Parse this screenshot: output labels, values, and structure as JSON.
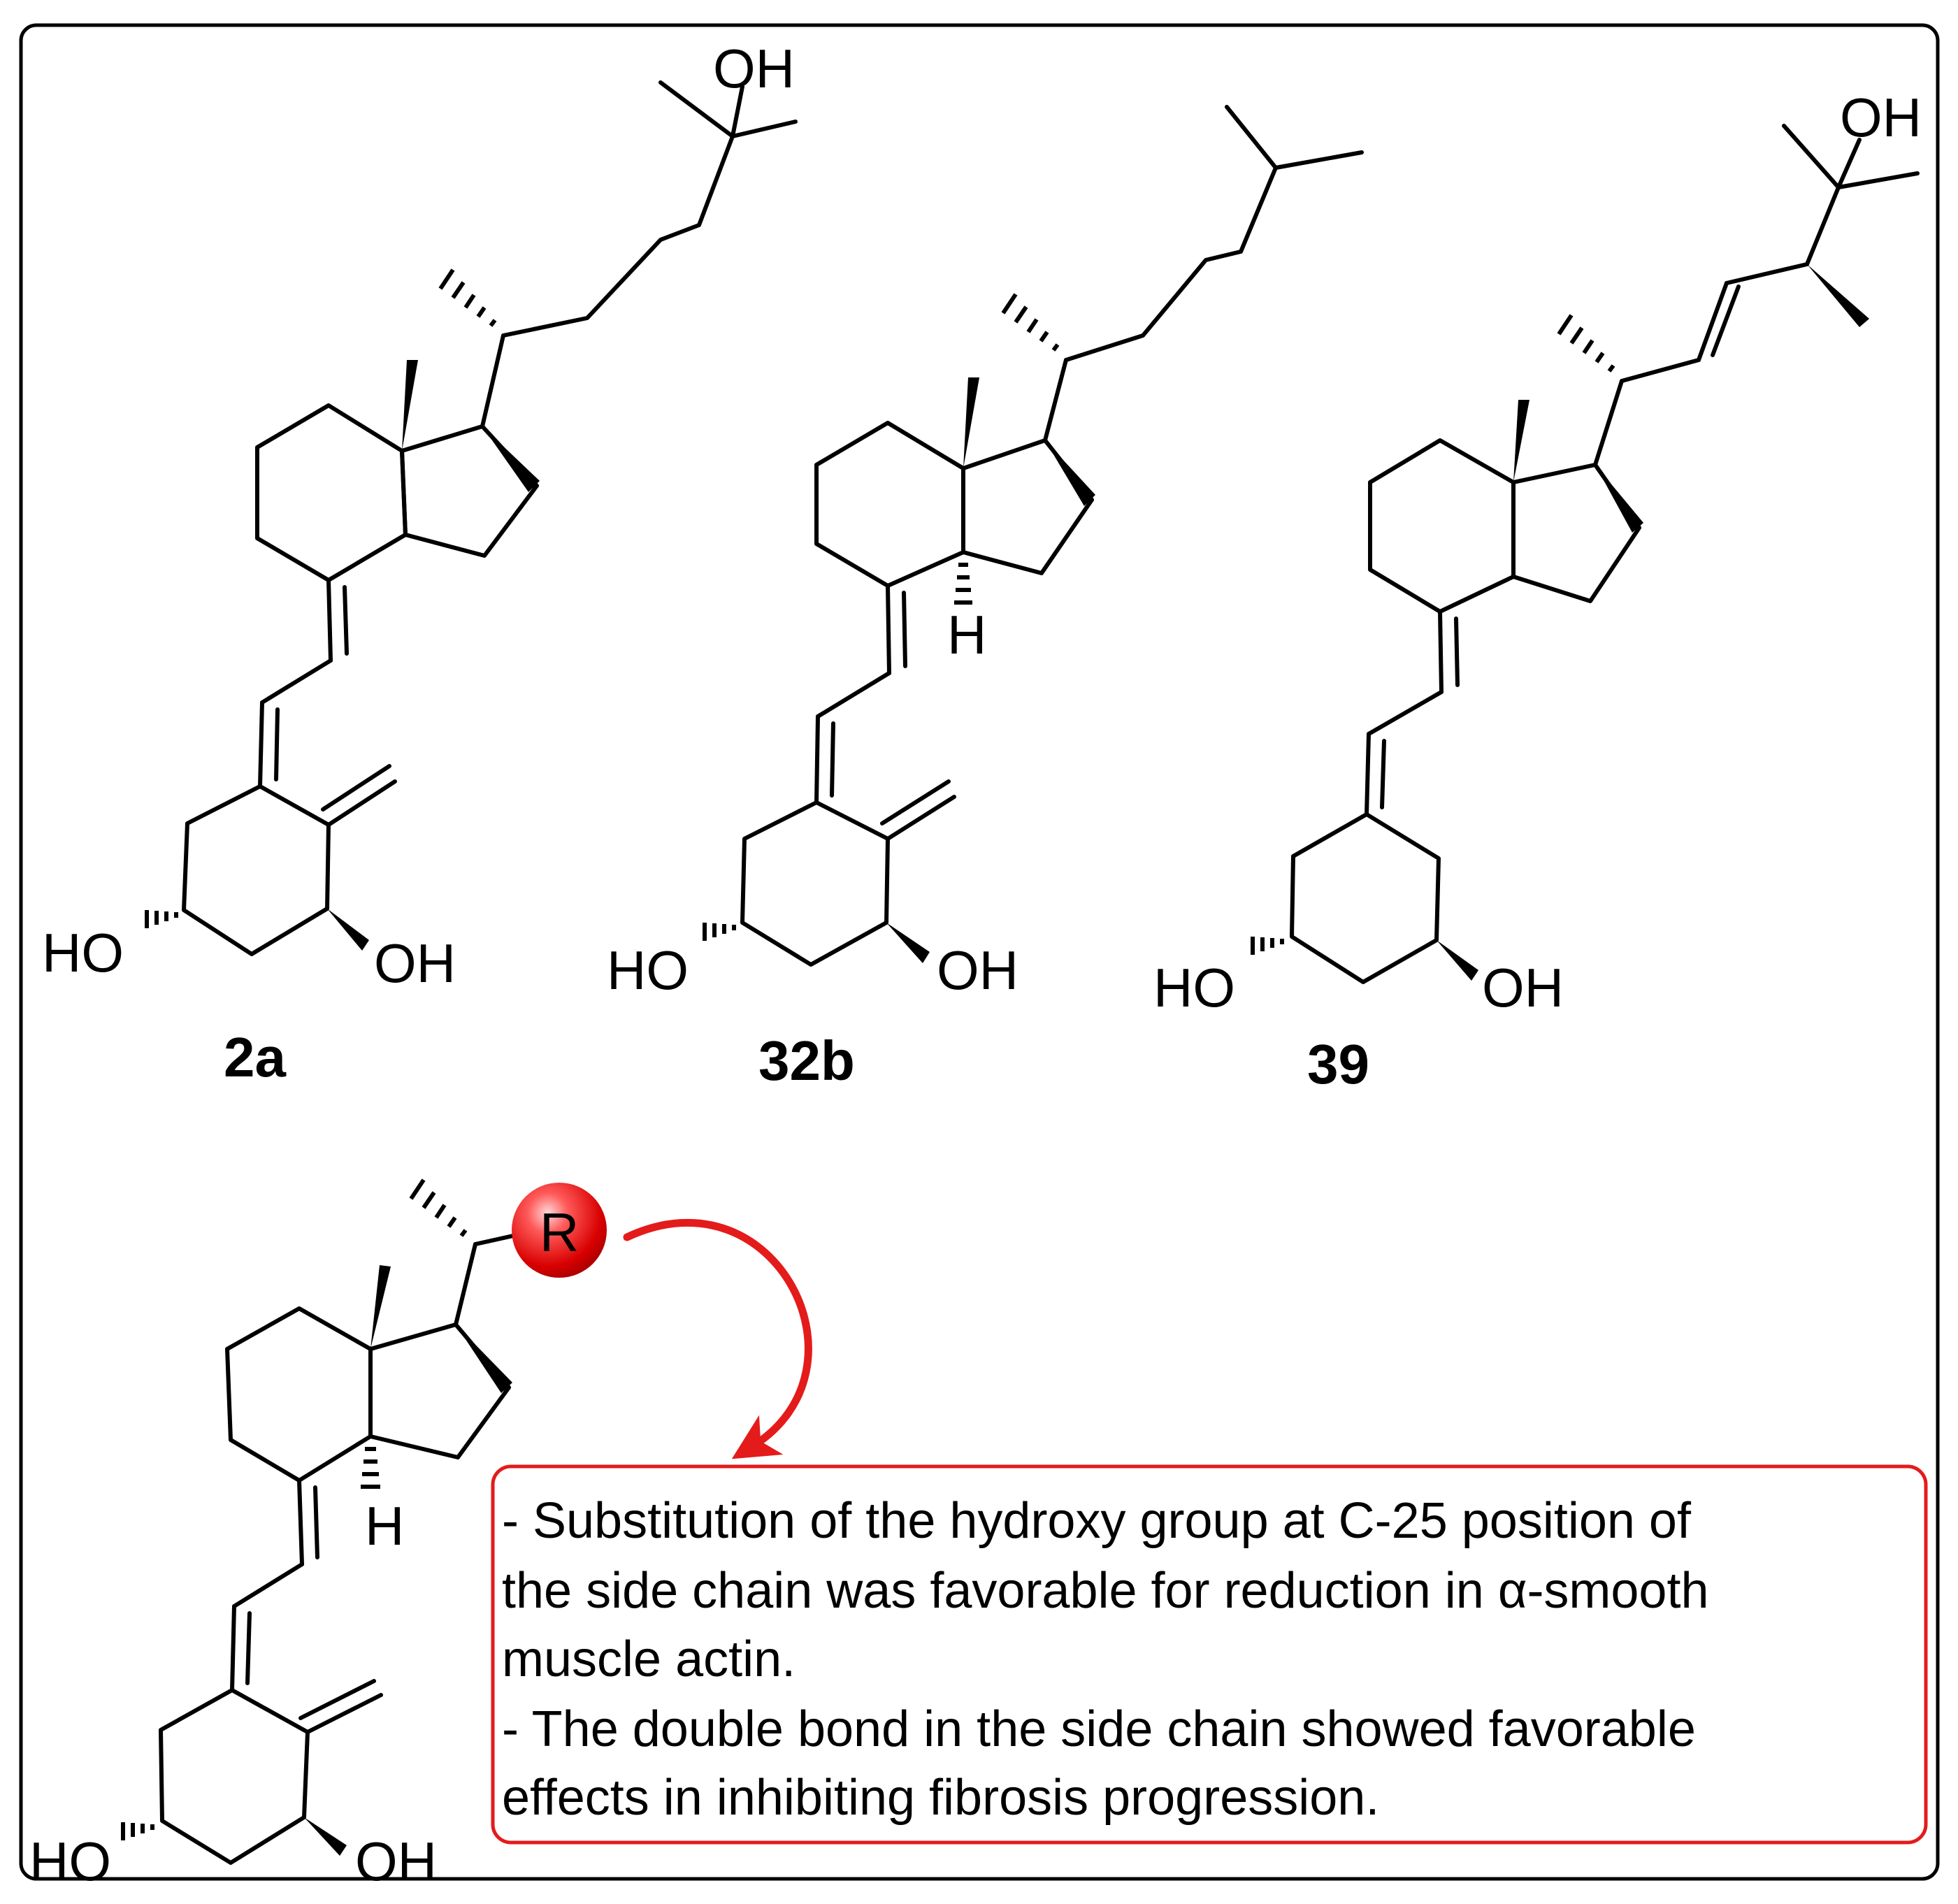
{
  "compounds": [
    {
      "id": "2a",
      "atoms": {
        "oh_sidechain": "OH",
        "ho_left": "HO",
        "oh_right": "OH"
      }
    },
    {
      "id": "32b",
      "atoms": {
        "h_ring": "H",
        "ho_left": "HO",
        "oh_right": "OH"
      }
    },
    {
      "id": "39",
      "atoms": {
        "oh_sidechain": "OH",
        "ho_left": "HO",
        "oh_right": "OH"
      }
    }
  ],
  "general": {
    "r_group": "R",
    "atoms": {
      "h_ring": "H",
      "ho_left": "HO",
      "oh_right": "OH"
    }
  },
  "note": {
    "line1": "- Substitution of the hydroxy group at C-25 position of",
    "line2": "the side chain was favorable for reduction in α-smooth",
    "line3": "muscle actin.",
    "line4": "- The double bond in the side chain showed favorable",
    "line5": "effects in inhibiting fibrosis progression."
  },
  "colors": {
    "accent": "#e41b1b",
    "ink": "#000000"
  }
}
